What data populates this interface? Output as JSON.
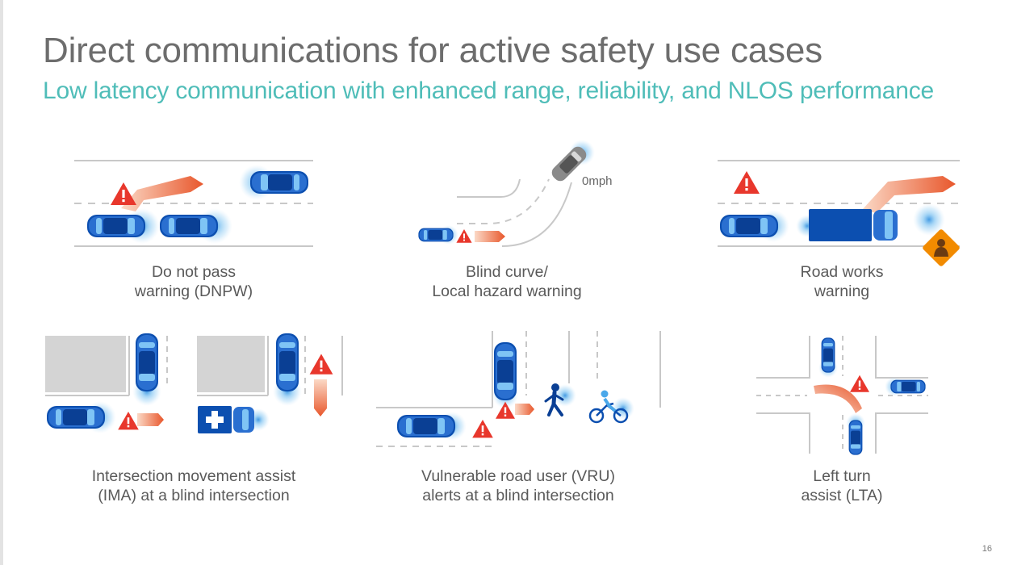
{
  "title": "Direct communications for active safety use cases",
  "subtitle": "Low latency communication with enhanced range, reliability, and NLOS performance",
  "page_number": "16",
  "colors": {
    "title": "#6d6d6d",
    "subtitle": "#4fbdb8",
    "vehicle_blue": "#0c4fb0",
    "signal_glow": "#5fb4ee",
    "hazard_red": "#e8372c",
    "road_line": "#c8c8c8",
    "construction_orange": "#f28b00"
  },
  "use_cases": [
    {
      "id": "dnpw",
      "line1": "Do not pass",
      "line2": "warning (DNPW)"
    },
    {
      "id": "blind-curve",
      "line1": "Blind curve/",
      "line2": "Local hazard warning",
      "speed_label": "0mph"
    },
    {
      "id": "road-works",
      "line1": "Road works",
      "line2": "warning"
    },
    {
      "id": "ima",
      "line1": "Intersection movement assist",
      "line2": "(IMA) at a blind intersection"
    },
    {
      "id": "vru",
      "line1": "Vulnerable road user (VRU)",
      "line2": "alerts at a blind intersection"
    },
    {
      "id": "lta",
      "line1": "Left turn",
      "line2": "assist (LTA)"
    }
  ],
  "icons": [
    "warning-triangle-icon",
    "car-icon",
    "truck-icon",
    "ambulance-icon",
    "pedestrian-icon",
    "cyclist-icon",
    "construction-worker-sign-icon",
    "direction-arrow-icon"
  ]
}
